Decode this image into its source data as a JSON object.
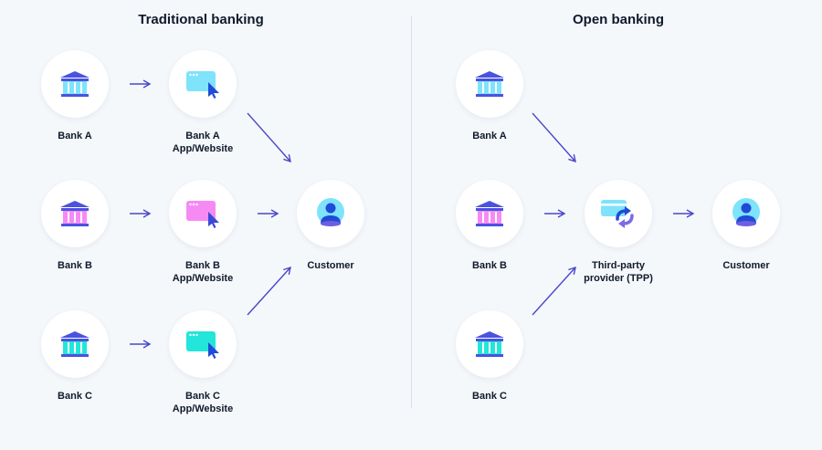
{
  "sections": {
    "traditional": {
      "title": "Traditional banking",
      "banks": [
        {
          "label": "Bank A",
          "icon": "bank-icon",
          "color": "#7ee3fb"
        },
        {
          "label": "Bank B",
          "icon": "bank-icon",
          "color": "#f68af5"
        },
        {
          "label": "Bank C",
          "icon": "bank-icon",
          "color": "#22e6d9"
        }
      ],
      "apps": [
        {
          "label_line1": "Bank A",
          "label_line2": "App/Website",
          "icon": "browser-window-icon",
          "color": "#7ee3fb"
        },
        {
          "label_line1": "Bank B",
          "label_line2": "App/Website",
          "icon": "browser-window-icon",
          "color": "#f68af5"
        },
        {
          "label_line1": "Bank C",
          "label_line2": "App/Website",
          "icon": "browser-window-icon",
          "color": "#22e6d9"
        }
      ],
      "customer": {
        "label": "Customer",
        "icon": "customer-icon"
      }
    },
    "open": {
      "title": "Open banking",
      "banks": [
        {
          "label": "Bank A",
          "icon": "bank-icon",
          "color": "#7ee3fb"
        },
        {
          "label": "Bank B",
          "icon": "bank-icon",
          "color": "#f68af5"
        },
        {
          "label": "Bank C",
          "icon": "bank-icon",
          "color": "#22e6d9"
        }
      ],
      "tpp": {
        "label_line1": "Third-party",
        "label_line2": "provider (TPP)",
        "icon": "card-sync-icon"
      },
      "customer": {
        "label": "Customer",
        "icon": "customer-icon"
      }
    }
  },
  "colors": {
    "background": "#f4f8fb",
    "arrow": "#4b47c7",
    "icon_dark": "#4a52e0",
    "icon_blue": "#1f4bd8",
    "divider": "#dcdff0"
  }
}
